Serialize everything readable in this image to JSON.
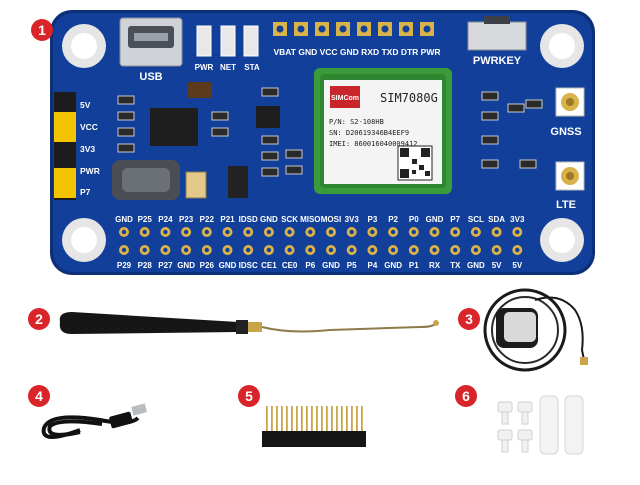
{
  "callouts": [
    "1",
    "2",
    "3",
    "4",
    "5",
    "6"
  ],
  "colors": {
    "pcb": "#123f9a",
    "pcb_edge": "#0d2f78",
    "badge": "#d9242a",
    "jumper": "#f5c400",
    "module_green": "#3b9b3b",
    "gold": "#d9b24a"
  },
  "board": {
    "usb_label": "USB",
    "led_labels": [
      "PWR",
      "NET",
      "STA"
    ],
    "uart_header": "VBAT GND VCC GND RXD TXD DTR PWR",
    "pwrkey_label": "PWRKEY",
    "gnss_label": "GNSS",
    "lte_label": "LTE",
    "jumper_labels": [
      "5V",
      "VCC",
      "3V3",
      "PWR",
      "P7"
    ],
    "top_pins": [
      "GND",
      "P25",
      "P24",
      "P23",
      "P22",
      "P21",
      "IDSD",
      "GND",
      "SCK",
      "MISO",
      "MOSI",
      "3V3",
      "P3",
      "P2",
      "P0",
      "GND",
      "P7",
      "SCL",
      "SDA",
      "3V3"
    ],
    "bottom_pins": [
      "P29",
      "P28",
      "P27",
      "GND",
      "P26",
      "GND",
      "IDSC",
      "CE1",
      "CE0",
      "P6",
      "GND",
      "P5",
      "P4",
      "GND",
      "P1",
      "RX",
      "TX",
      "GND",
      "5V",
      "5V"
    ]
  },
  "module": {
    "brand": "SIMCom",
    "model": "SIM7080G",
    "pn": "P/N: S2-108HB",
    "sn": "SN: D20619346B4EEF9",
    "imei": "IMEI: 860016040009412"
  },
  "accessories": [
    {
      "id": "lte-antenna",
      "name": "LTE antenna"
    },
    {
      "id": "gnss-antenna",
      "name": "GNSS antenna"
    },
    {
      "id": "usb-cable",
      "name": "USB cable"
    },
    {
      "id": "pin-header",
      "name": "Pin header"
    },
    {
      "id": "screws-standoffs",
      "name": "Screws and standoffs"
    }
  ]
}
